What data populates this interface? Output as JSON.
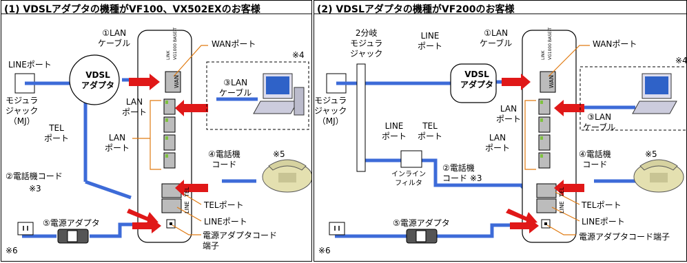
{
  "panels": [
    {
      "title": "(1) VDSLアダプタの機種がVF100、VX502EXのお客様",
      "labels": {
        "line_port": "LINEポート",
        "lan_cable": "①LAN\nケーブル",
        "wan_port": "WANポート",
        "note4": "※4",
        "vdsl_adapter": "VDSL\nアダプタ",
        "lan_port_adapter": "LAN\nポート",
        "lan_cable3": "③LAN\nケーブル",
        "modular_jack": "モジュラ\nジャック\n（MJ）",
        "tel_port_adapter": "TEL\nポート",
        "lan_port_router": "LAN\nポート",
        "phone_cord4": "④電話機\nコード",
        "note5": "※5",
        "phone_cord2": "②電話機コード",
        "note3": "※3",
        "tel_port": "TELポート",
        "line_port_router": "LINEポート",
        "power_adapter": "⑤電源アダプタ",
        "power_terminal": "電源アダプタコード\n端子",
        "note6": "※6"
      }
    },
    {
      "title": "(2) VDSLアダプタの機種がVF200のお客様",
      "labels": {
        "splitter_jack": "2分岐\nモジュラ\nジャック",
        "line_port_top": "LINE\nポート",
        "lan_cable": "①LAN\nケーブル",
        "wan_port": "WANポート",
        "note4": "※4",
        "vdsl_adapter": "VDSL\nアダプタ",
        "modular_jack": "モジュラ\nジャック\n（MJ）",
        "lan_port_adapter": "LAN\nポート",
        "lan_cable3": "③LAN\nケーブル",
        "line_port_filter": "LINE\nポート",
        "tel_port_filter": "TEL\nポート",
        "lan_port_router": "LAN\nポート",
        "phone_cord4": "④電話機\nコード",
        "note5": "※5",
        "inline_filter": "インライン\nフィルタ",
        "phone_cord2": "②電話機\nコード ※3",
        "tel_port": "TELポート",
        "line_port_router": "LINEポート",
        "power_adapter": "⑤電源アダプタ",
        "power_terminal": "電源アダプタコード端子",
        "note6": "※6"
      }
    }
  ],
  "device": {
    "router_label_top": "LINK",
    "router_label_model": "VG1000 BASE-T",
    "wan": "WAN",
    "tel": "TEL",
    "line": "LINE"
  },
  "colors": {
    "cable_blue": "#3d6bd8",
    "arrow_red": "#e01818",
    "leader_orange": "#e07a10",
    "phone_body": "#e4e0b0",
    "port_gray": "#bcbcbc"
  }
}
